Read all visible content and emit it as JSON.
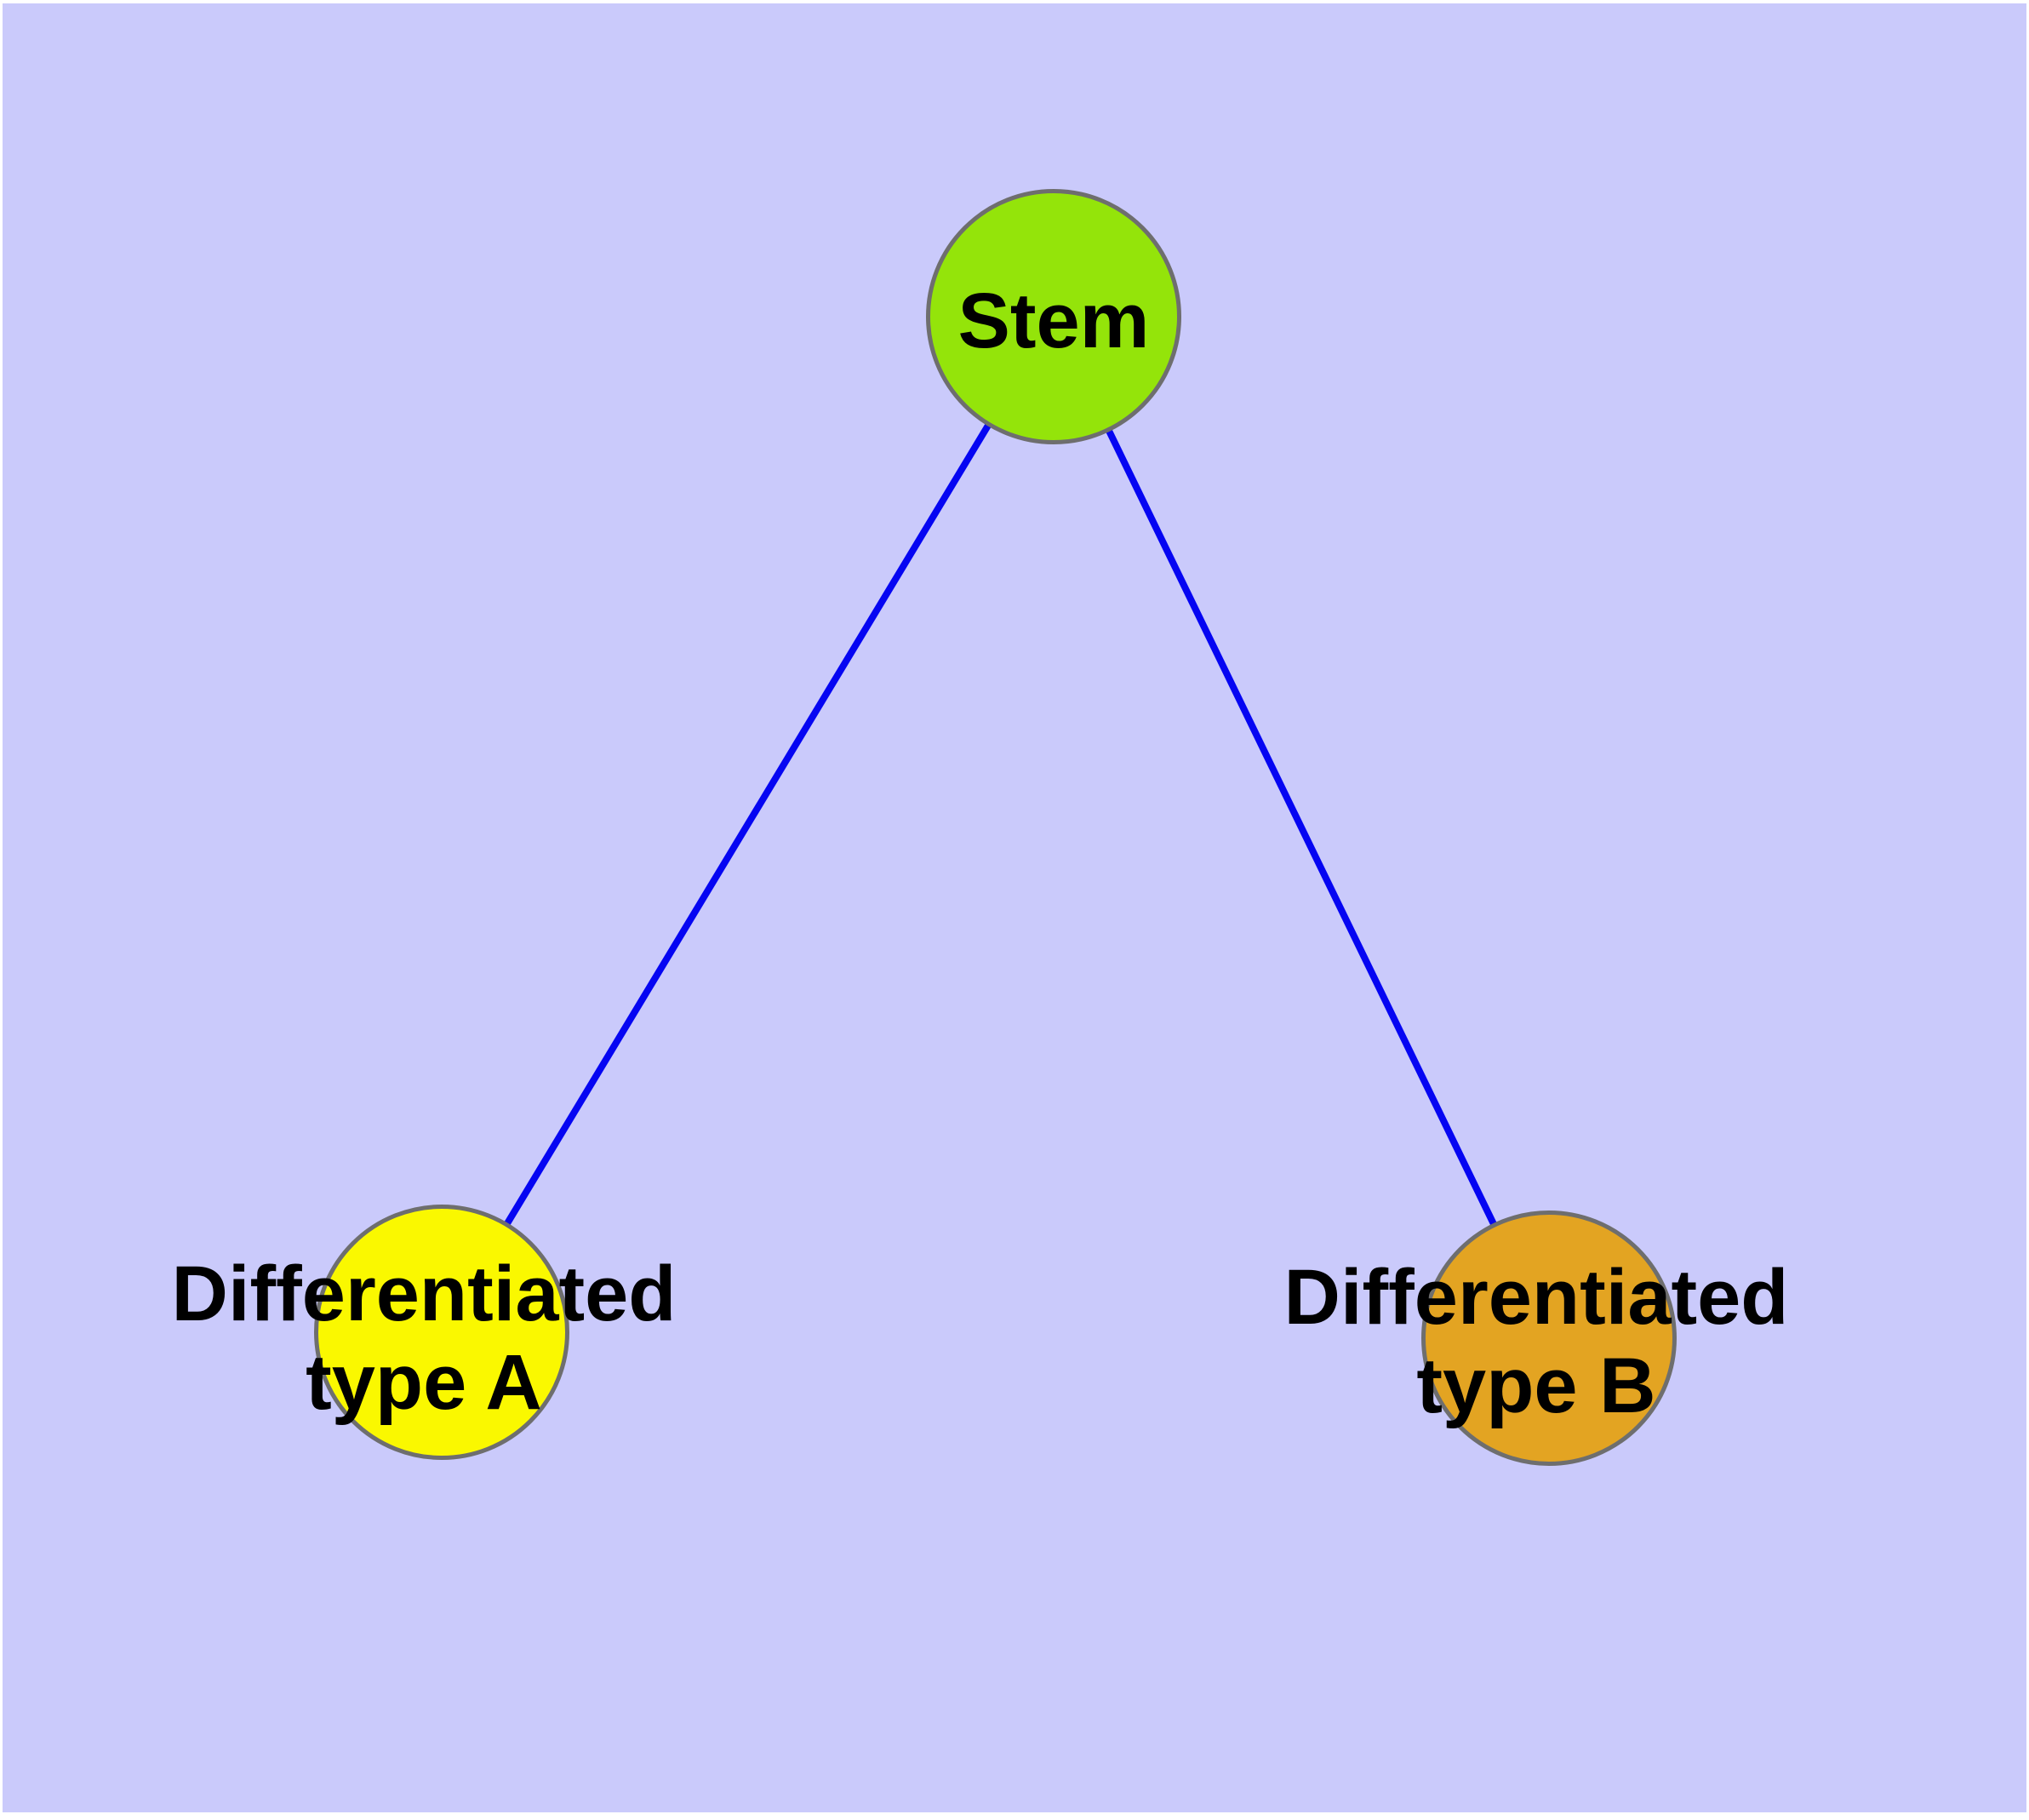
{
  "diagram": {
    "type": "node-link-graph",
    "background_color": "#CACAFB",
    "margin_color": "#FFFFFF",
    "node_style": {
      "border_color": "#6E6E6E",
      "label_color": "#000000"
    },
    "edge_style": {
      "color": "#0505F2"
    },
    "nodes": [
      {
        "id": "stem",
        "label": "Stem",
        "line1": "Stem",
        "line2": "",
        "fill": "#94E40A"
      },
      {
        "id": "differentiated-type-a",
        "label": "Differentiated type A",
        "line1": "Differentiated",
        "line2": "type A",
        "fill": "#FAF800"
      },
      {
        "id": "differentiated-type-b",
        "label": "Differentiated type B",
        "line1": "Differentiated",
        "line2": "type B",
        "fill": "#E3A422"
      }
    ],
    "edges": [
      {
        "from": "Stem",
        "to": "Differentiated type A"
      },
      {
        "from": "Stem",
        "to": "Differentiated type B"
      }
    ]
  }
}
